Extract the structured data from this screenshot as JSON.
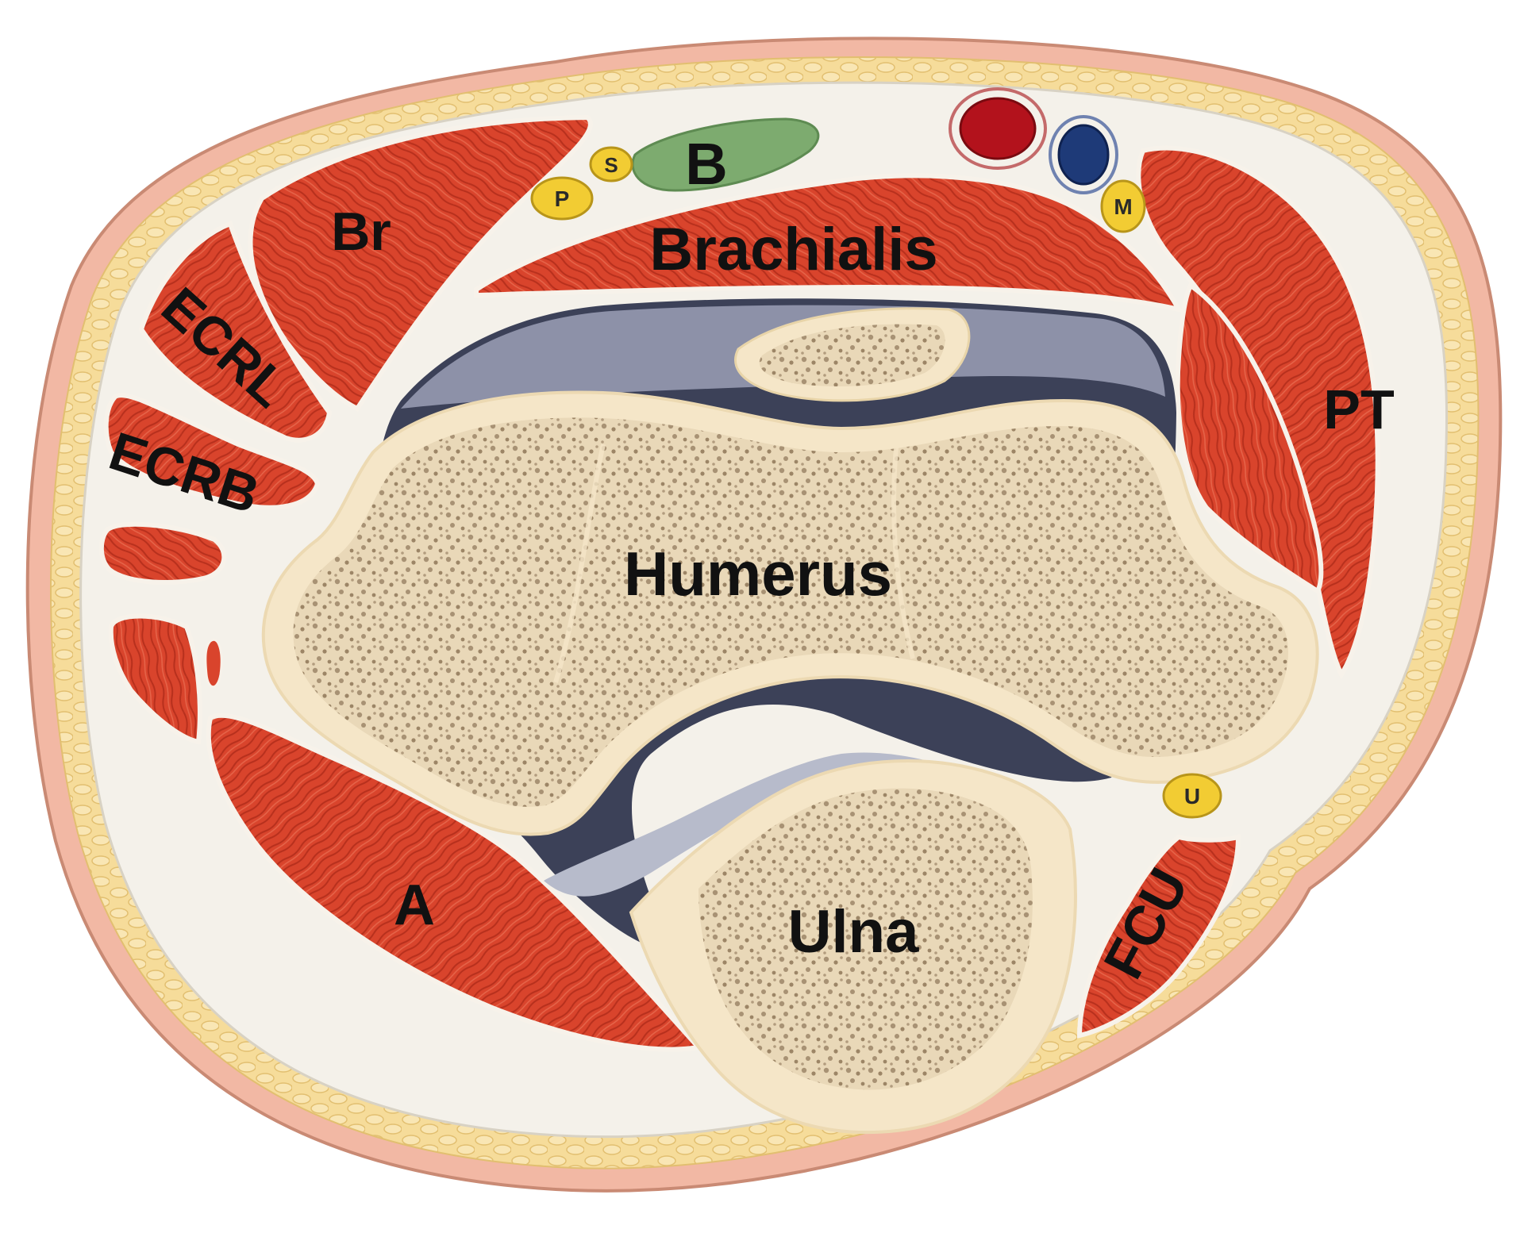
{
  "labels": {
    "brachialis": "Brachialis",
    "biceps": "B",
    "brachioradialis": "Br",
    "ecrl": "ECRL",
    "ecrb": "ECRB",
    "pronator_teres": "PT",
    "humerus": "Humerus",
    "ulna": "Ulna",
    "anconeus": "A",
    "fcu": "FCU"
  },
  "nerve_labels": {
    "posterior_interosseous": "P",
    "superficial_radial": "S",
    "median": "M",
    "ulnar": "U"
  },
  "colors": {
    "skin": "#f2b8a4",
    "fat": "#f6dc9a",
    "fascia": "#f4f1ea",
    "muscle": "#d9442c",
    "bone": "#f5e6c8",
    "bone_pores": "#a89274",
    "cartilage": "#8d91a8",
    "joint_space": "#3c4158",
    "artery": "#b3121c",
    "vein": "#1e3a78",
    "nerve": "#f2cc33",
    "biceps_tendon": "#7dab6f"
  }
}
